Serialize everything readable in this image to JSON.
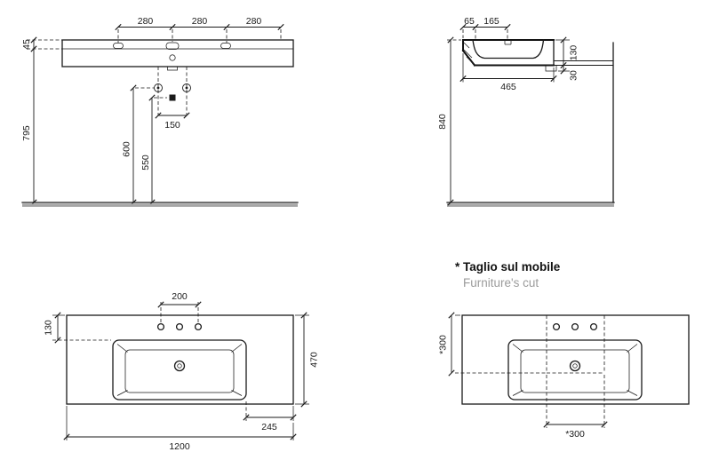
{
  "meta": {
    "background": "#ffffff",
    "line_color": "#1a1a1a",
    "floor_color": "#a6a6a6",
    "muted_text_color": "#9b9b9b"
  },
  "front_view": {
    "dims": {
      "spacing_1": "280",
      "spacing_2": "280",
      "spacing_3": "280",
      "edge_height": "45",
      "underside_height": "795",
      "supply_height": "600",
      "drain_height": "550",
      "supply_spacing": "150"
    }
  },
  "side_view": {
    "dims": {
      "front_offset": "65",
      "tap_offset": "165",
      "basin_height": "130",
      "bracket_height": "30",
      "depth": "465",
      "total_height": "840"
    }
  },
  "plan_view": {
    "dims": {
      "tap_spacing": "200",
      "rim_offset": "130",
      "depth": "470",
      "bowl_offset": "245",
      "width": "1200"
    }
  },
  "cut_view": {
    "title_it": "* Taglio sul mobile",
    "title_en": "Furniture's cut",
    "dims": {
      "cut_depth": "*300",
      "cut_width": "*300"
    }
  }
}
